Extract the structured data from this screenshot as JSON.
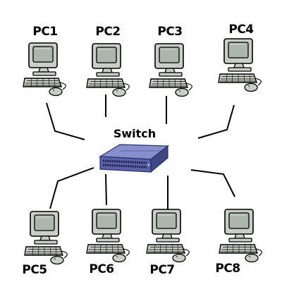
{
  "diagram": {
    "switch": {
      "label": "Switch",
      "icon": "network-switch-icon",
      "color": "#6c73b8"
    },
    "computer_icon": "desktop-computer-icon",
    "pcs": [
      {
        "label": "PC1"
      },
      {
        "label": "PC2"
      },
      {
        "label": "PC3"
      },
      {
        "label": "PC4"
      },
      {
        "label": "PC5"
      },
      {
        "label": "PC6"
      },
      {
        "label": "PC7"
      },
      {
        "label": "PC8"
      }
    ],
    "colors": {
      "monitor_bezel": "#c9cfc7",
      "screen": "#adb6ad",
      "outline": "#000000",
      "link": "#000000"
    }
  }
}
